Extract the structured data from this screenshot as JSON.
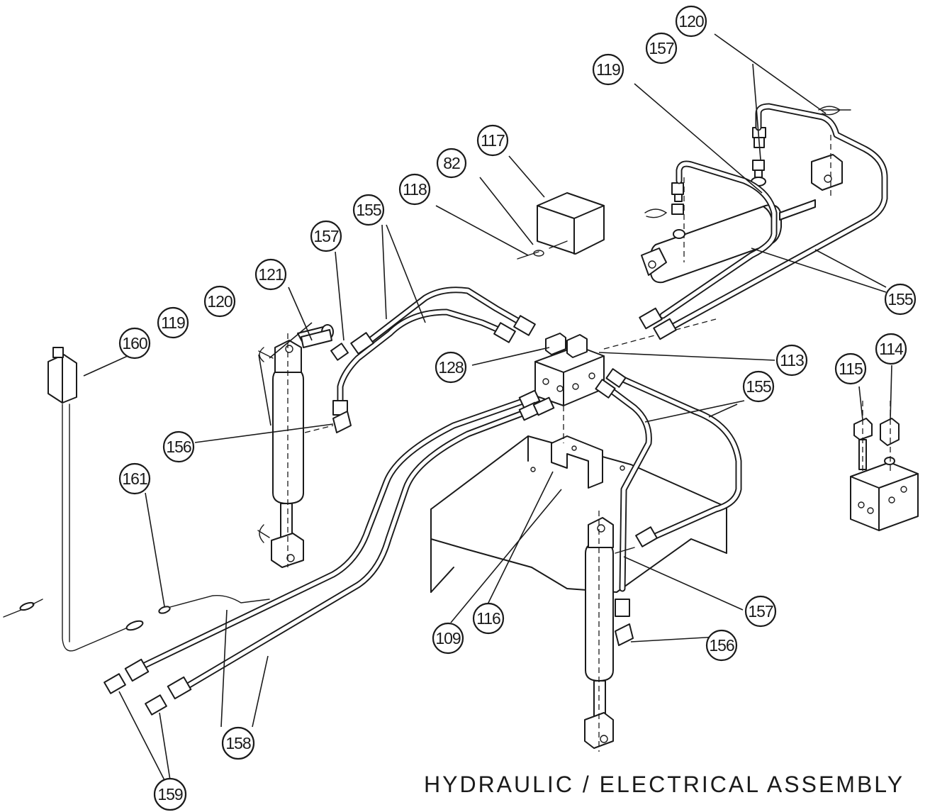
{
  "title": "HYDRAULIC / ELECTRICAL ASSEMBLY",
  "callouts": {
    "c120a": "120",
    "c157a": "157",
    "c119a": "119",
    "c117": "117",
    "c82": "82",
    "c118": "118",
    "c155a": "155",
    "c157b": "157",
    "c121": "121",
    "c120b": "120",
    "c119b": "119",
    "c160": "160",
    "c155b": "155",
    "c128": "128",
    "c113": "113",
    "c114": "114",
    "c115": "115",
    "c155c": "155",
    "c156a": "156",
    "c161": "161",
    "c157c": "157",
    "c156b": "156",
    "c116": "116",
    "c109": "109",
    "c158": "158",
    "c159": "159"
  }
}
